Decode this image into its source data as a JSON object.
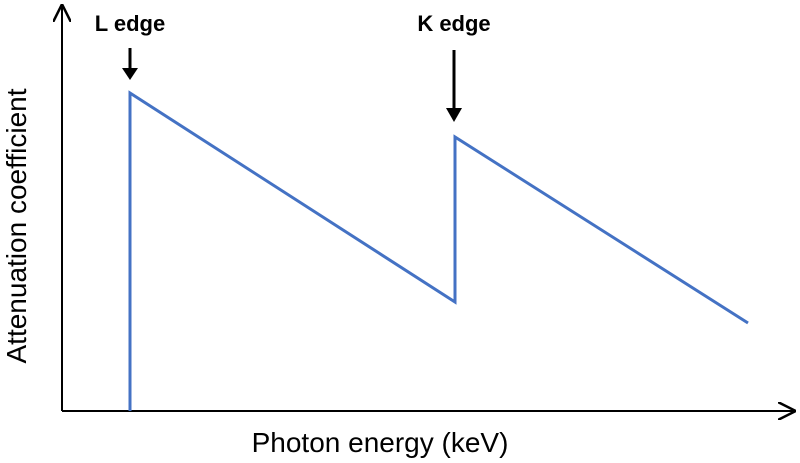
{
  "diagram": {
    "xlabel": "Photon energy (keV)",
    "ylabel": "Attenuation coefficient",
    "curve_color": "#4472c4",
    "axis_color": "#000000",
    "annotations": {
      "l_edge": {
        "label": "L edge"
      },
      "k_edge": {
        "label": "K edge"
      }
    }
  }
}
